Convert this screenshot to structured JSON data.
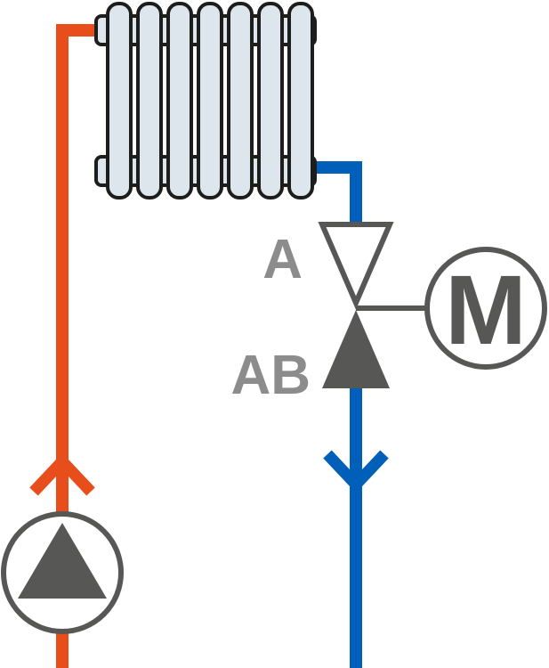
{
  "colors": {
    "supply_pipe": "#e84e1b",
    "return_pipe": "#005fb8",
    "symbol_stroke": "#575756",
    "symbol_fill": "#575756",
    "label_gray": "#8c8c8c",
    "radiator_fill": "#dde6ed",
    "radiator_stroke": "#1d1d1b"
  },
  "icons": {
    "radiator": "radiator-icon",
    "pump": "circulation-pump-icon",
    "valve": "three-way-valve-icon",
    "motor": "motor-actuator-icon"
  },
  "valve": {
    "port_a_label": "A",
    "port_ab_label": "AB"
  },
  "motor": {
    "label": "M"
  },
  "radiator": {
    "fin_count": 7
  }
}
